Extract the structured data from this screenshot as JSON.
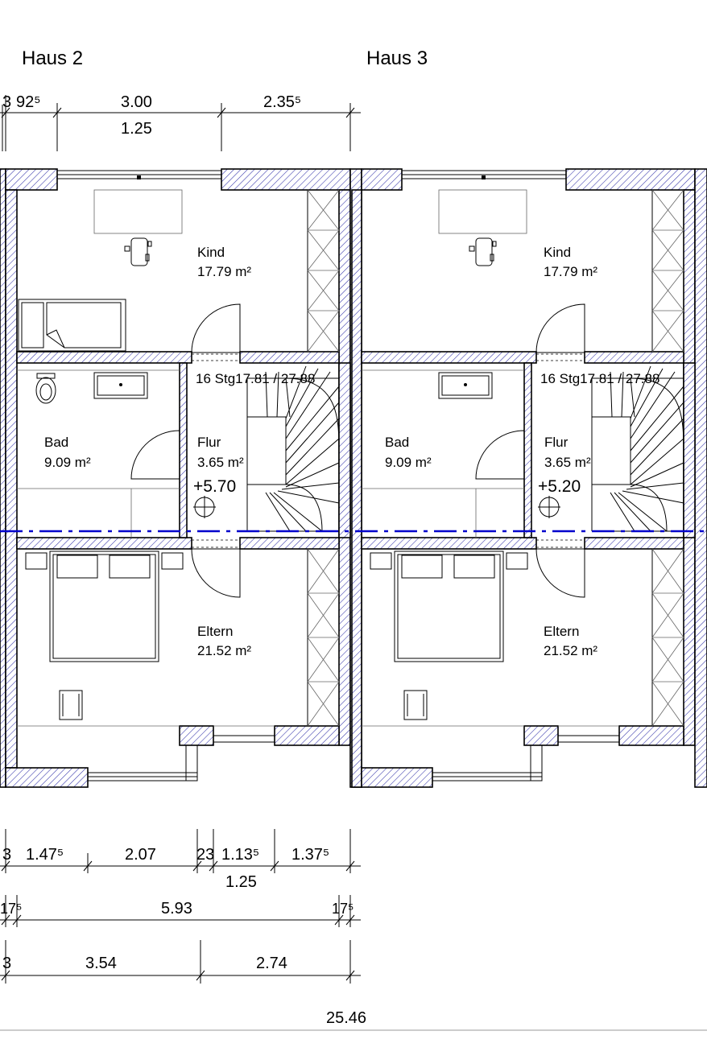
{
  "houses": [
    {
      "title": "Haus 2",
      "rooms": {
        "kind": {
          "name": "Kind",
          "area": "17.79 m²"
        },
        "bad": {
          "name": "Bad",
          "area": "9.09 m²"
        },
        "flur": {
          "name": "Flur",
          "area": "3.65 m²"
        },
        "eltern": {
          "name": "Eltern",
          "area": "21.52 m²"
        }
      },
      "stairs": "16 Stg17.81 / 27.88",
      "level": "+5.70"
    },
    {
      "title": "Haus 3",
      "rooms": {
        "kind": {
          "name": "Kind",
          "area": "17.79 m²"
        },
        "bad": {
          "name": "Bad",
          "area": "9.09 m²"
        },
        "flur": {
          "name": "Flur",
          "area": "3.65 m²"
        },
        "eltern": {
          "name": "Eltern",
          "area": "21.52 m²"
        }
      },
      "stairs": "16 Stg17.81 / 27.88",
      "level": "+5.20"
    }
  ],
  "top_dimensions": {
    "row1": [
      "3",
      "92⁵",
      "3.00",
      "2.35⁵"
    ],
    "row1_sub": "1.25"
  },
  "bottom_dimensions": {
    "row1": [
      "3",
      "1.47⁵",
      "2.07",
      "23",
      "1.13⁵",
      "1.37⁵"
    ],
    "row1_sub": "1.25",
    "row2": [
      "17⁵",
      "5.93",
      "17⁵"
    ],
    "row3": [
      "3",
      "3.54",
      "2.74"
    ],
    "total": "25.46"
  },
  "colors": {
    "axis": "#0000cc",
    "hatch": "#3333aa"
  }
}
